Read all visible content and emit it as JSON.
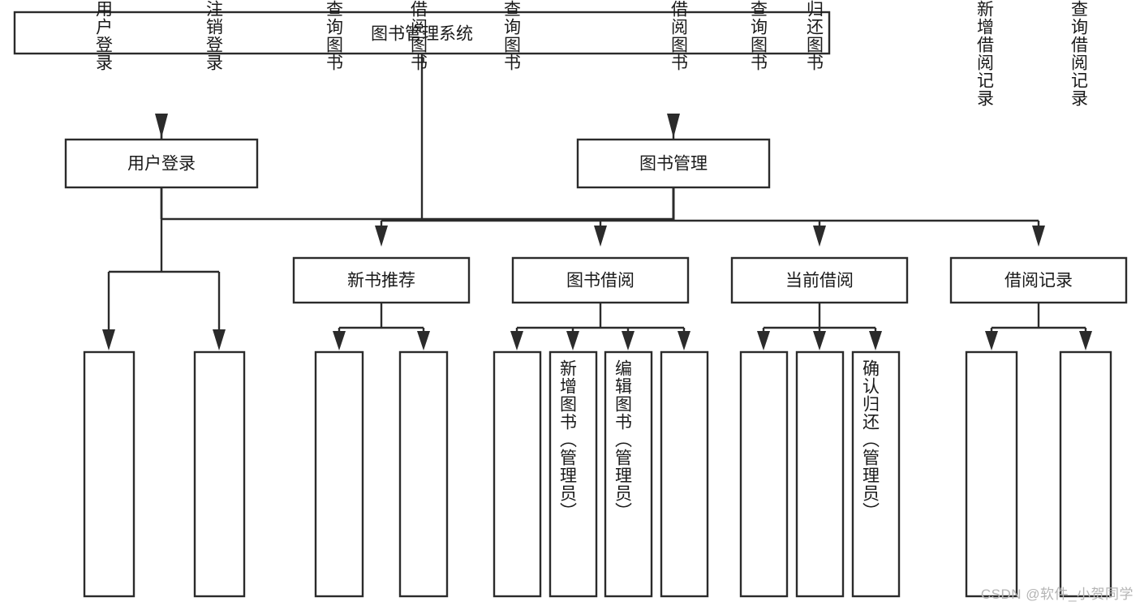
{
  "diagram": {
    "type": "tree-hierarchy",
    "title_node": {
      "id": "root",
      "label": "图书管理系统"
    },
    "level2": [
      {
        "id": "user-login",
        "label": "用户登录"
      },
      {
        "id": "book-manage",
        "label": "图书管理"
      }
    ],
    "level3": [
      {
        "id": "new-book-recommend",
        "label": "新书推荐",
        "parent": "book-manage"
      },
      {
        "id": "book-borrow",
        "label": "图书借阅",
        "parent": "book-manage"
      },
      {
        "id": "current-borrow",
        "label": "当前借阅",
        "parent": "book-manage"
      },
      {
        "id": "borrow-record",
        "label": "借阅记录",
        "parent": "book-manage"
      }
    ],
    "leaves": {
      "user-login": [
        {
          "id": "leaf-user-login",
          "label": "用户登录"
        },
        {
          "id": "leaf-logout",
          "label": "注销登录"
        }
      ],
      "new-book-recommend": [
        {
          "id": "leaf-query-book-1",
          "label": "查询图书"
        },
        {
          "id": "leaf-borrow-book-1",
          "label": "借阅图书"
        }
      ],
      "book-borrow": [
        {
          "id": "leaf-query-book-2",
          "label": "查询图书"
        },
        {
          "id": "leaf-add-book",
          "label": "新增图书（管理员）"
        },
        {
          "id": "leaf-edit-book",
          "label": "编辑图书（管理员）"
        },
        {
          "id": "leaf-borrow-book-2",
          "label": "借阅图书"
        }
      ],
      "current-borrow": [
        {
          "id": "leaf-query-book-3",
          "label": "查询图书"
        },
        {
          "id": "leaf-return-book",
          "label": "归还图书"
        },
        {
          "id": "leaf-confirm-return",
          "label": "确认归还（管理员）"
        }
      ],
      "borrow-record": [
        {
          "id": "leaf-add-record",
          "label": "新增借阅记录"
        },
        {
          "id": "leaf-query-record",
          "label": "查询借阅记录"
        }
      ]
    }
  },
  "watermark": {
    "text": "CSDN @软件_小贺同学"
  },
  "colors": {
    "background": "#ffffff",
    "node_fill": "#ffffff",
    "node_stroke": "#2b2b2b",
    "connector": "#2b2b2b",
    "label_text": "#1a1a1a",
    "watermark_text": "#b4b4b4"
  }
}
